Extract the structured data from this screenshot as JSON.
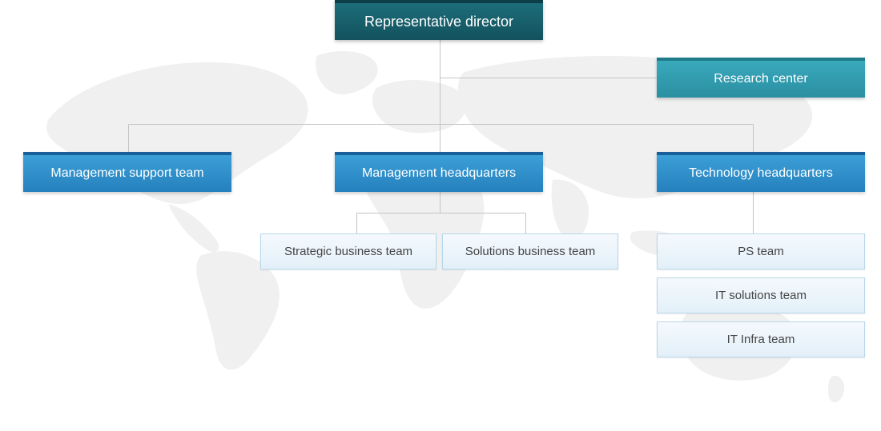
{
  "chart": {
    "director": "Representative director",
    "research_center": "Research center",
    "management_support": "Management support team",
    "management_hq": "Management headquarters",
    "technology_hq": "Technology headquarters",
    "strategic_business": "Strategic business team",
    "solutions_business": "Solutions business team",
    "ps_team": "PS team",
    "it_solutions": "IT solutions team",
    "it_infra": "IT Infra team"
  },
  "colors": {
    "director": "#12525d",
    "research": "#2a8fa1",
    "department": "#2580bd",
    "team": "#e3f0f9",
    "connector": "#c4c4c4",
    "map": "#eeeeee"
  }
}
